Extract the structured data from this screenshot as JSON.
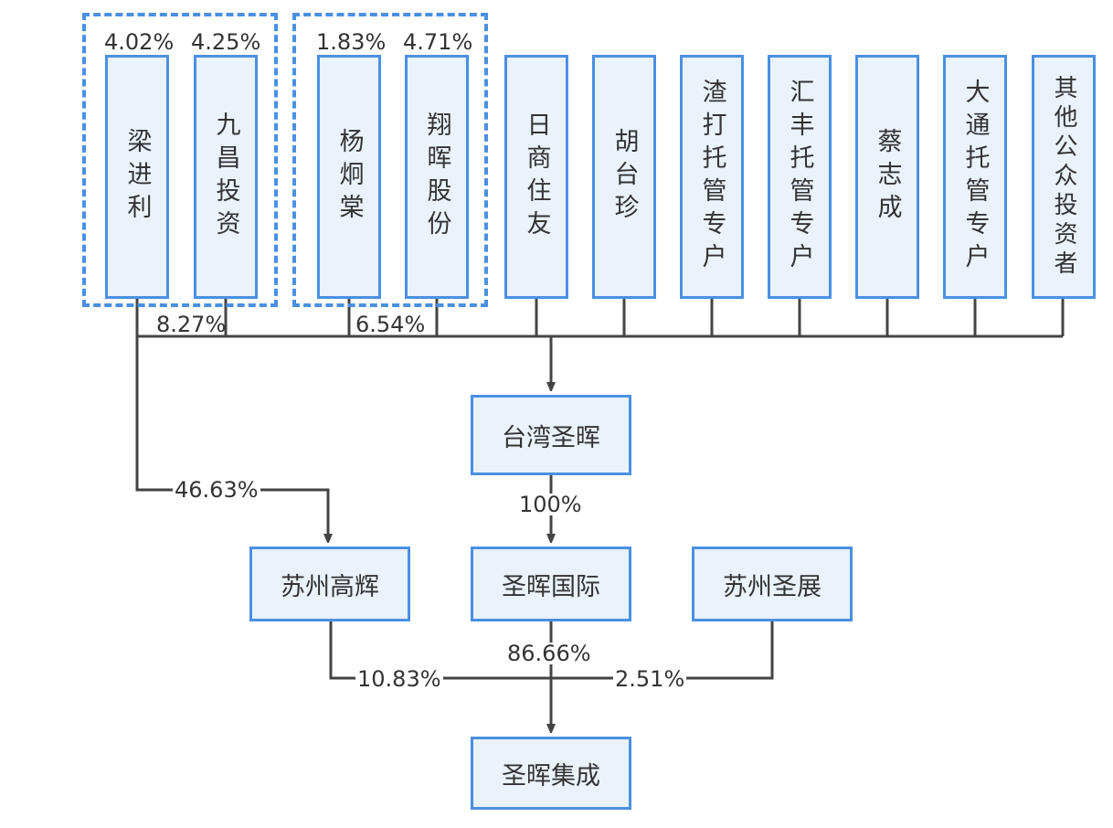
{
  "colors": {
    "box_border": "#4a90e2",
    "box_fill": "#eaf2fb",
    "line": "#444444",
    "dash_border": "#4a90e2"
  },
  "shareholders": {
    "liang_jinli": "梁进利",
    "jiuchang_touzi": "九昌投资",
    "yang_jiongtang": "杨炯棠",
    "xianghui_gufen": "翔晖股份",
    "rishang_zhuyou": "日商住友",
    "hu_taizhen": "胡台珍",
    "zhada_tuoguan": "渣打托管专户",
    "huifeng_tuoguan": "汇丰托管专户",
    "cai_zhicheng": "蔡志成",
    "datong_tuoguan": "大通托管专户",
    "qita_gongzhong": "其他公众投资者"
  },
  "entities": {
    "taiwan_shenghui": "台湾圣晖",
    "suzhou_gaohui": "苏州高辉",
    "shenghui_guoji": "圣晖国际",
    "suzhou_shengzhan": "苏州圣展",
    "shenghui_jicheng": "圣晖集成"
  },
  "percentages": {
    "liang_jinli": "4.02%",
    "jiuchang_touzi": "4.25%",
    "yang_jiongtang": "1.83%",
    "xianghui_gufen": "4.71%",
    "group_liang": "8.27%",
    "group_yang": "6.54%",
    "liang_to_gaohui": "46.63%",
    "taiwan_to_guoji": "100%",
    "guoji_to_jicheng": "86.66%",
    "gaohui_to_jicheng": "10.83%",
    "shengzhan_to_jicheng": "2.51%"
  }
}
